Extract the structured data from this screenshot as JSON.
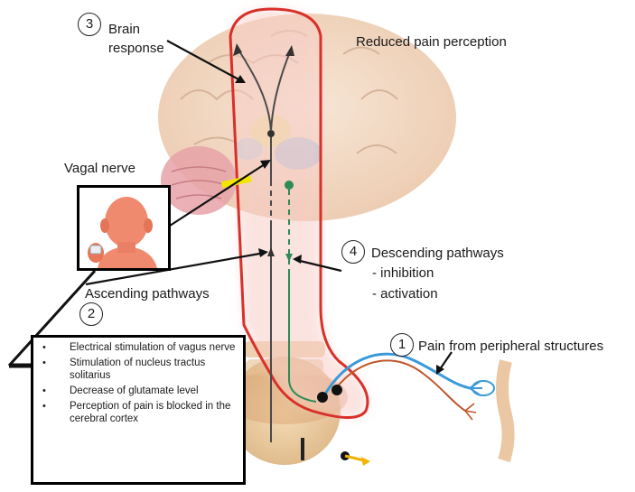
{
  "labels": {
    "brain_response": "Brain\nresponse",
    "reduced_pain": "Reduced pain perception",
    "vagal_nerve": "Vagal nerve",
    "descending": "Descending pathways",
    "inhibition": "- inhibition",
    "activation": "- activation",
    "ascending": "Ascending pathways",
    "peripheral_pain": "Pain from peripheral structures"
  },
  "steps": {
    "one": "1",
    "two": "2",
    "three": "3",
    "four": "4"
  },
  "info_box": {
    "items": [
      "Electrical stimulation of vagus nerve",
      "Stimulation of nucleus tractus solitarius",
      "Decrease of glutamate level",
      "Perception of pain is blocked in the cerebral cortex"
    ]
  },
  "colors": {
    "pathway_outline": "#d9302a",
    "pathway_glow": "#f6b3ad",
    "ascending_path": "#4a4a4a",
    "descending_path": "#2e8b57",
    "peripheral_nerve": "#3a9ad9",
    "peripheral_nerve_2": "#c0562a",
    "stimulator_bar": "#f2e600",
    "brain": "#f0d9c5",
    "spinal_cord": "#e8c9a0"
  }
}
